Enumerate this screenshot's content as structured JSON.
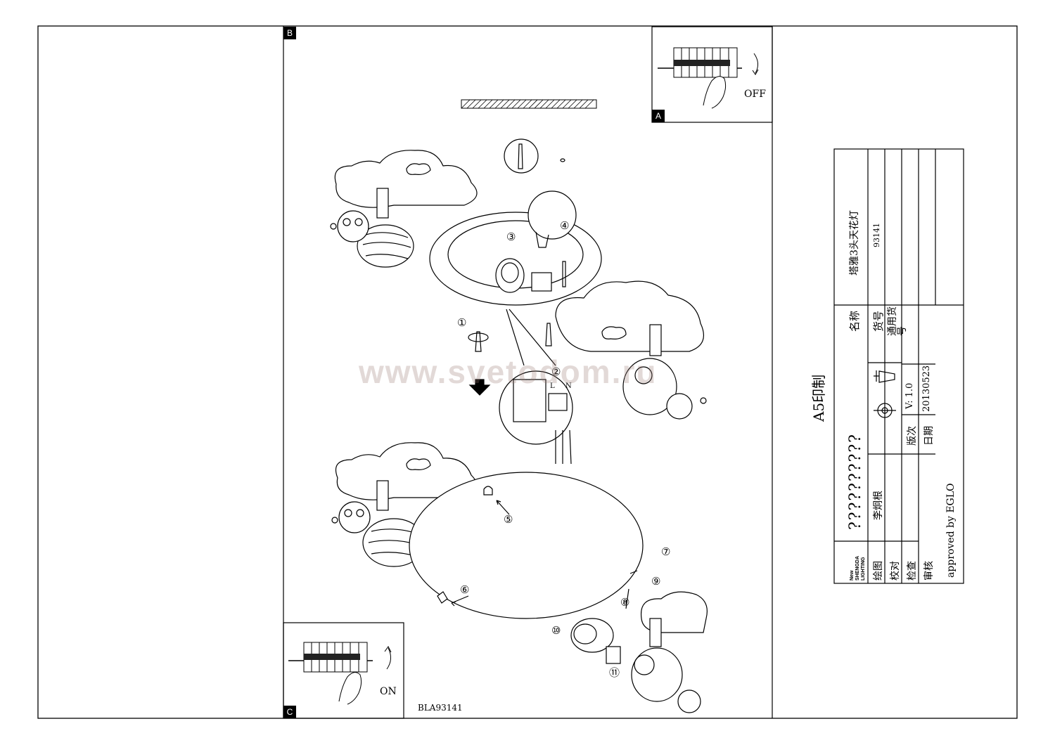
{
  "panels": {
    "panel_a": {
      "letter": "A",
      "caption": "OFF"
    },
    "panel_b": {
      "letter": "B"
    },
    "panel_c": {
      "letter": "C",
      "caption": "ON"
    }
  },
  "steps": [
    "①",
    "②",
    "③",
    "④",
    "⑤",
    "⑥",
    "⑦",
    "⑧",
    "⑨",
    "⑩",
    "⑪"
  ],
  "wiring": {
    "l": "L",
    "n": "N"
  },
  "watermark": "www.svetodom.ru",
  "drawing_code": "BLA93141",
  "sheet_format": "A5印制",
  "title_block": {
    "name_label": "名称",
    "name_value": "塔雅3头天花灯",
    "item_no_label": "货号",
    "item_no_value": "93141",
    "general_item_label": "通用货号",
    "version_label": "版次",
    "version_value": "V: 1.0",
    "date_label": "日期",
    "date_value": "20130523",
    "unknown_text": "??????????",
    "drawn_label": "绘图",
    "drawn_value": "李炯根",
    "check_label": "校对",
    "inspect_label": "检查",
    "review_label": "审核",
    "approved": "approved by EGLO",
    "logo_text": "New SHENGDA LIGHTING"
  }
}
